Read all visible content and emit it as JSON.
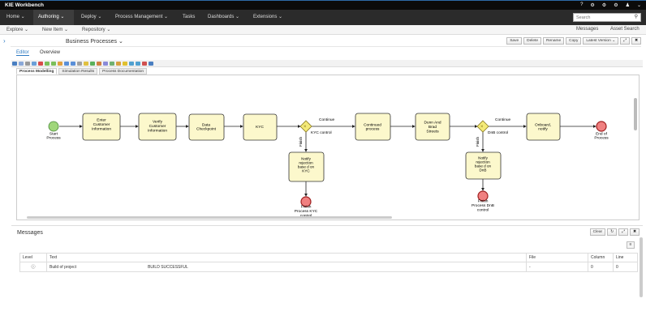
{
  "app_title": "KIE Workbench",
  "top_icons": [
    "?",
    "⚙",
    "⚙",
    "⚙",
    "♟",
    "⌄"
  ],
  "nav": [
    {
      "label": "Home ⌄"
    },
    {
      "label": "Authoring ⌄"
    },
    {
      "label": "Deploy ⌄"
    },
    {
      "label": "Process Management ⌄"
    },
    {
      "label": "Tasks"
    },
    {
      "label": "Dashboards ⌄"
    },
    {
      "label": "Extensions ⌄"
    }
  ],
  "search_placeholder": "Search",
  "subnav": {
    "explore": "Explore ⌄",
    "new_item": "New Item ⌄",
    "repository": "Repository ⌄",
    "messages": "Messages",
    "asset_search": "Asset Search"
  },
  "page_title": "Business Processes ⌄",
  "buttons": {
    "save": "Save",
    "delete": "Delete",
    "rename": "Rename",
    "copy": "Copy",
    "latest_version": "Latest Version ⌄",
    "expand": "⤢",
    "close": "✖"
  },
  "tabs": {
    "editor": "Editor",
    "overview": "Overview"
  },
  "subtabs": [
    "Process Modelling",
    "Simulation Results",
    "Process Documentation"
  ],
  "process": {
    "start": "Start Process",
    "tasks": [
      "Enter Customer Information",
      "Verify Customer Information",
      "Data Checkpoint",
      "KYC",
      "Continued process",
      "Dunn And Brad Streets",
      "Onboard, notify"
    ],
    "gateway1": "KYC control",
    "gateway2": "DnB control",
    "continue": "Continue",
    "finish": "Finish",
    "reject1": "Notify rejection base d on KYC",
    "reject2": "Notify rejection base d on DnB",
    "end_main": "End of Process",
    "end_kyc": "Finish Process KYC control",
    "end_dnb": "Finish Process DnB control"
  },
  "messages": {
    "title": "Messages",
    "clear": "Clear",
    "columns": [
      "Level",
      "Text",
      "File",
      "Column",
      "Line"
    ],
    "rows": [
      {
        "level": "ⓘ",
        "text": "Build of project",
        "status": "BUILD SUCCESSFUL",
        "file": "-",
        "column": "0",
        "line": "0"
      }
    ]
  },
  "colors": {
    "accent": "#2d7ac2",
    "task_fill": "#fcf8cc",
    "start": "#9fd67a",
    "end": "#f08080",
    "gateway": "#f4ea78"
  }
}
